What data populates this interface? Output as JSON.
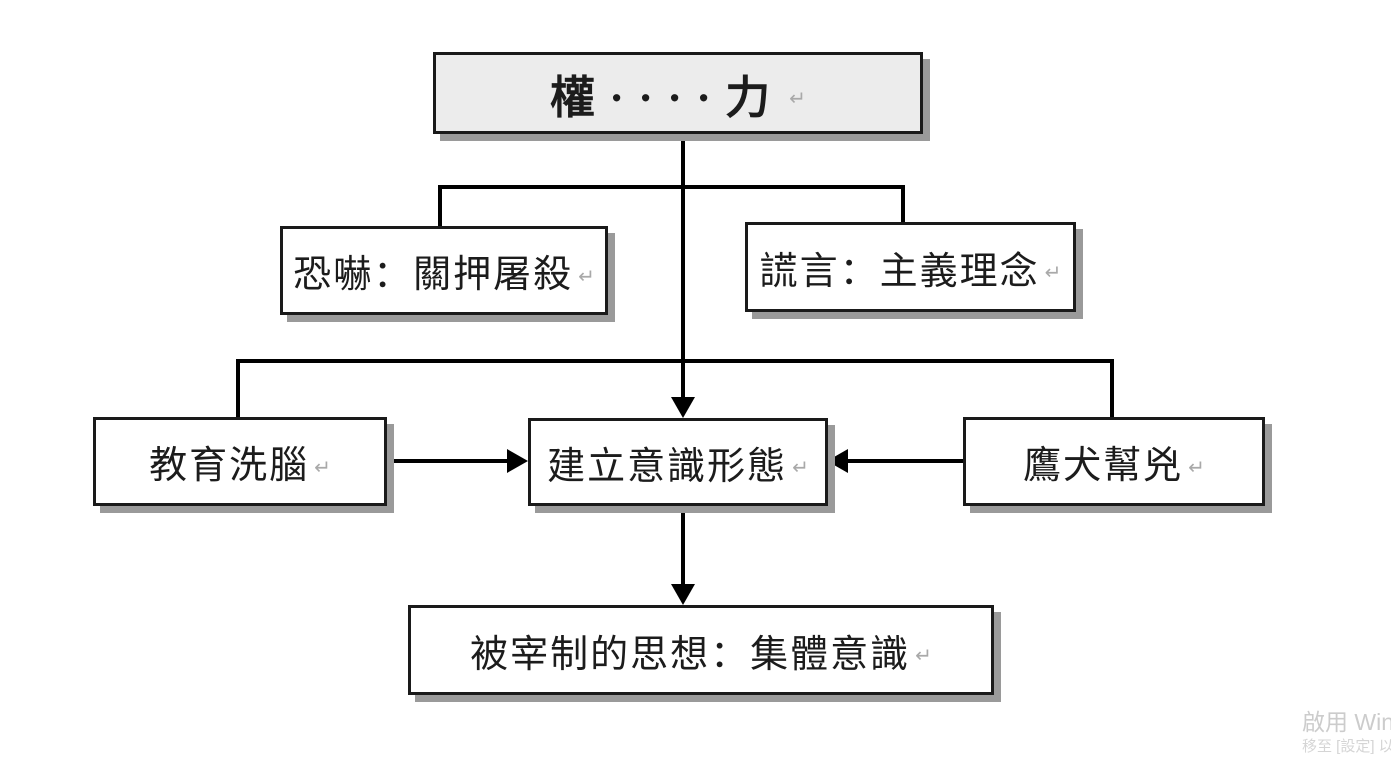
{
  "diagram": {
    "nodes": {
      "power": {
        "label": "權····力",
        "mark": "↵"
      },
      "intimidation": {
        "label": "恐嚇：關押屠殺",
        "mark": "↵"
      },
      "lies": {
        "label": "謊言：主義理念",
        "mark": "↵"
      },
      "education": {
        "label": "教育洗腦",
        "mark": "↵"
      },
      "ideology": {
        "label": "建立意識形態",
        "mark": "↵"
      },
      "dogs": {
        "label": "鷹犬幫兇",
        "mark": "↵"
      },
      "thought": {
        "label": "被宰制的思想：集體意識",
        "mark": "↵"
      }
    },
    "edges": [
      {
        "from": "power",
        "to": "intimidation",
        "arrow": false
      },
      {
        "from": "power",
        "to": "lies",
        "arrow": false
      },
      {
        "from": "power",
        "to": "education",
        "arrow": false
      },
      {
        "from": "power",
        "to": "dogs",
        "arrow": false
      },
      {
        "from": "power",
        "to": "ideology",
        "arrow": true
      },
      {
        "from": "education",
        "to": "ideology",
        "arrow": true
      },
      {
        "from": "dogs",
        "to": "ideology",
        "arrow": true
      },
      {
        "from": "ideology",
        "to": "thought",
        "arrow": true
      }
    ],
    "colors": {
      "box_border": "#1a1a1a",
      "box_fill": "#ffffff",
      "title_fill": "#ececec",
      "shadow": "#9a9a9a",
      "line": "#000000",
      "paragraph_mark": "#a9a9a9"
    }
  },
  "watermark": {
    "line1": "啟用 Win",
    "line2": "移至 [設定] 以"
  }
}
